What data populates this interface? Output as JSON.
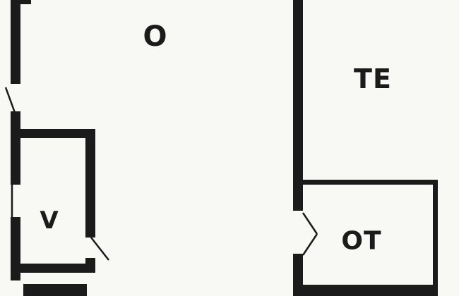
{
  "page": {
    "type": "floor-plan",
    "background_color": "#f8f8f5",
    "wall_color": "#1b1b1b"
  },
  "rooms": [
    {
      "id": "room-o",
      "label": "O"
    },
    {
      "id": "room-te",
      "label": "TE"
    },
    {
      "id": "room-v",
      "label": "V"
    },
    {
      "id": "room-ot",
      "label": "OT"
    }
  ]
}
